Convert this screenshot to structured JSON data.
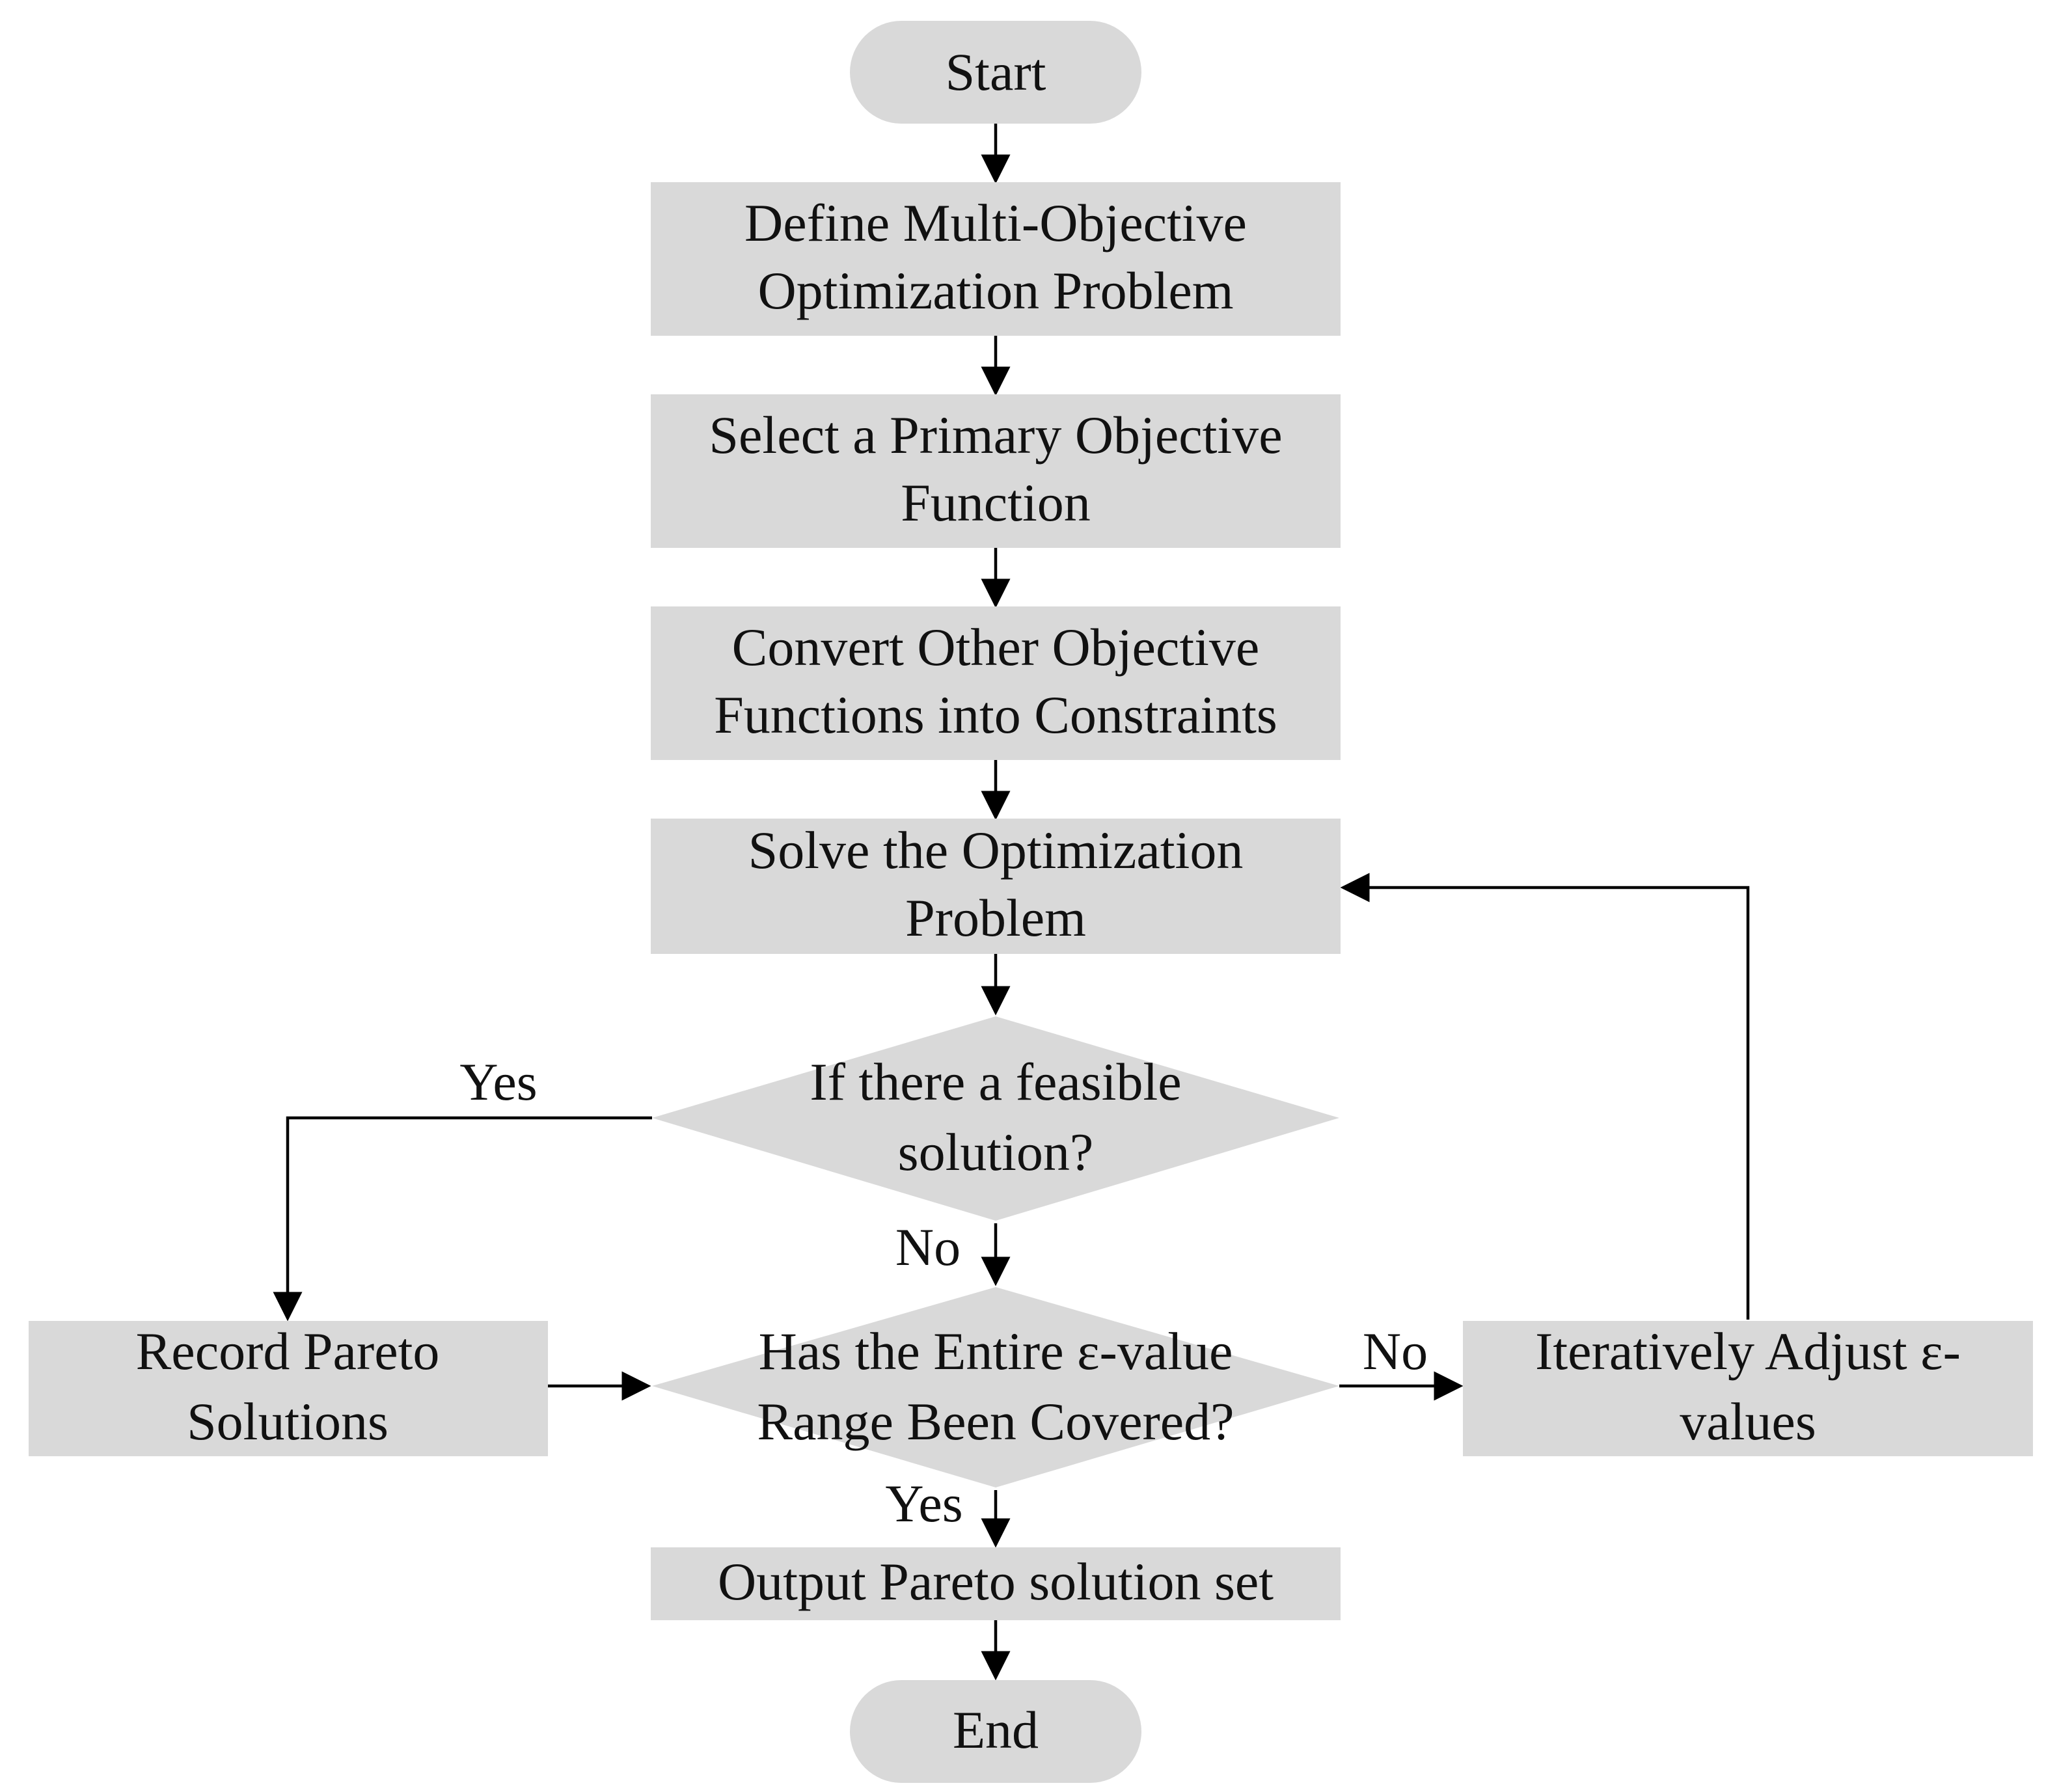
{
  "flowchart": {
    "nodes": {
      "start": {
        "lines": [
          "Start"
        ]
      },
      "define": {
        "lines": [
          "Define Multi-Objective",
          "Optimization Problem"
        ]
      },
      "select": {
        "lines": [
          "Select a Primary Objective",
          "Function"
        ]
      },
      "convert": {
        "lines": [
          "Convert Other Objective",
          "Functions into Constraints"
        ]
      },
      "solve": {
        "lines": [
          "Solve the Optimization",
          "Problem"
        ]
      },
      "feasible": {
        "lines": [
          "If there a feasible",
          "solution?"
        ]
      },
      "covered": {
        "lines": [
          "Has the Entire ε-value",
          "Range Been Covered?"
        ]
      },
      "record": {
        "lines": [
          "Record Pareto",
          "Solutions"
        ]
      },
      "adjust": {
        "lines": [
          "Iteratively Adjust ε-",
          "values"
        ]
      },
      "output": {
        "lines": [
          "Output Pareto solution set"
        ]
      },
      "end": {
        "lines": [
          "End"
        ]
      }
    },
    "edge_labels": {
      "feasible_yes": "Yes",
      "feasible_no": "No",
      "covered_no": "No",
      "covered_yes": "Yes"
    },
    "colors": {
      "shape_fill": "#d9d9d9",
      "line": "#000000",
      "text": "#111111"
    }
  }
}
